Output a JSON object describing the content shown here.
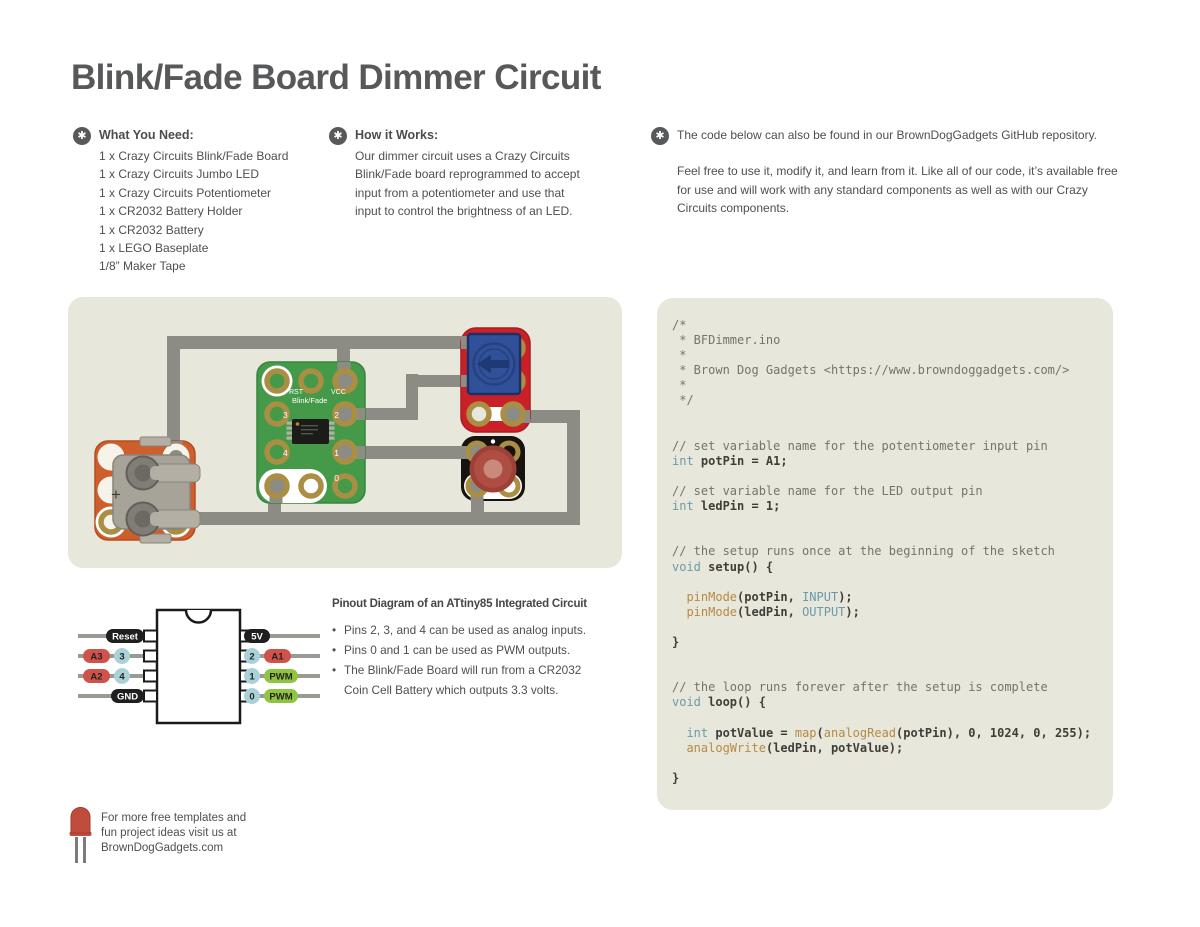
{
  "page": {
    "title": "Blink/Fade Board Dimmer Circuit"
  },
  "columns": {
    "what_you_need": {
      "heading": "What You Need:",
      "items": [
        "1 x Crazy Circuits Blink/Fade Board",
        "1 x Crazy Circuits Jumbo LED",
        "1 x Crazy Circuits Potentiometer",
        "1 x CR2032 Battery Holder",
        "1 x CR2032 Battery",
        "1 x LEGO Baseplate",
        "1/8” Maker Tape"
      ]
    },
    "how_it_works": {
      "heading": "How it Works:",
      "body": "Our dimmer circuit uses a Crazy Circuits Blink/Fade board reprogrammed to accept input from a potentiometer and use that input to control the brightness of an LED."
    },
    "code_note": {
      "line1": "The code below can also be found in our BrownDogGadgets GitHub repository.",
      "para": "Feel free to use it, modify it, and learn from it. Like all of our code, it’s available free for use and will work with any standard components as well as with our Crazy Circuits components."
    }
  },
  "circuit": {
    "rst": "RST",
    "vcc": "VCC",
    "board_name": "Blink/Fade",
    "p3": "3",
    "p2": "2",
    "p4": "4",
    "p1": "1",
    "p0": "0",
    "battery_plus": "+"
  },
  "code_block": {
    "lines": [
      [
        [
          "c",
          "/*"
        ]
      ],
      [
        [
          "c",
          " * BFDimmer.ino"
        ]
      ],
      [
        [
          "c",
          " *"
        ]
      ],
      [
        [
          "c",
          " * Brown Dog Gadgets <https://www.browndoggadgets.com/>"
        ]
      ],
      [
        [
          "c",
          " *"
        ]
      ],
      [
        [
          "c",
          " */"
        ]
      ],
      [],
      [],
      [
        [
          "c",
          "// set variable name for the potentiometer input pin"
        ]
      ],
      [
        [
          "k",
          "int"
        ],
        [
          "p",
          " potPin = A1;"
        ]
      ],
      [],
      [
        [
          "c",
          "// set variable name for the LED output pin"
        ]
      ],
      [
        [
          "k",
          "int"
        ],
        [
          "p",
          " ledPin = 1;"
        ]
      ],
      [],
      [],
      [
        [
          "c",
          "// the setup runs once at the beginning of the sketch"
        ]
      ],
      [
        [
          "k",
          "void"
        ],
        [
          "p",
          " setup() {"
        ]
      ],
      [],
      [
        [
          "p",
          "  "
        ],
        [
          "f",
          "pinMode"
        ],
        [
          "p",
          "(potPin, "
        ],
        [
          "k",
          "INPUT"
        ],
        [
          "p",
          ");"
        ]
      ],
      [
        [
          "p",
          "  "
        ],
        [
          "f",
          "pinMode"
        ],
        [
          "p",
          "(ledPin, "
        ],
        [
          "k",
          "OUTPUT"
        ],
        [
          "p",
          ");"
        ]
      ],
      [],
      [
        [
          "p",
          "}"
        ]
      ],
      [],
      [],
      [
        [
          "c",
          "// the loop runs forever after the setup is complete"
        ]
      ],
      [
        [
          "k",
          "void"
        ],
        [
          "p",
          " loop() {"
        ]
      ],
      [],
      [
        [
          "p",
          "  "
        ],
        [
          "k",
          "int"
        ],
        [
          "p",
          " potValue = "
        ],
        [
          "f",
          "map"
        ],
        [
          "p",
          "("
        ],
        [
          "f",
          "analogRead"
        ],
        [
          "p",
          "(potPin), 0, 1024, 0, 255);"
        ]
      ],
      [
        [
          "p",
          "  "
        ],
        [
          "f",
          "analogWrite"
        ],
        [
          "p",
          "(ledPin, potValue);"
        ]
      ],
      [],
      [
        [
          "p",
          "}"
        ]
      ]
    ]
  },
  "pinout": {
    "title": "Pinout Diagram of an ATtiny85 Integrated Circuit",
    "notes": [
      "Pins 2, 3, and 4 can be used as analog inputs.",
      "Pins 0 and 1 can be used as PWM outputs.",
      "The Blink/Fade Board will run from a CR2032",
      "Coin Cell Battery which outputs 3.3 volts."
    ],
    "pins": {
      "reset": "Reset",
      "power": "5V",
      "a3": "A3",
      "d3": "3",
      "d2": "2",
      "a1": "A1",
      "a2": "A2",
      "d4": "4",
      "d1": "1",
      "pwm1": "PWM",
      "gnd": "GND",
      "d0": "0",
      "pwm0": "PWM"
    }
  },
  "footer": {
    "lines": [
      "For more free templates and",
      "fun project ideas visit us at",
      "BrownDogGadgets.com"
    ]
  },
  "colors": {
    "panel_bg": "#e8e7db",
    "trace_gray": "#8d8c84",
    "pad_gold": "#a98e44",
    "board_green": "#449a48",
    "board_red": "#ca2128",
    "board_orange": "#ce5f2c",
    "board_black": "#17140f",
    "pot_blue": "#30509a",
    "led_red": "#ae4d42",
    "code_comment": "#75746c",
    "code_keyword": "#6a9aa8",
    "code_function": "#b68a44",
    "code_plain": "#3f3e38",
    "text_gray": "#4e4f51",
    "pill_red": "#d0534b",
    "pill_blue": "#a9d2d8",
    "pill_green": "#8fc43e",
    "pill_dark": "#1f1f1f"
  }
}
